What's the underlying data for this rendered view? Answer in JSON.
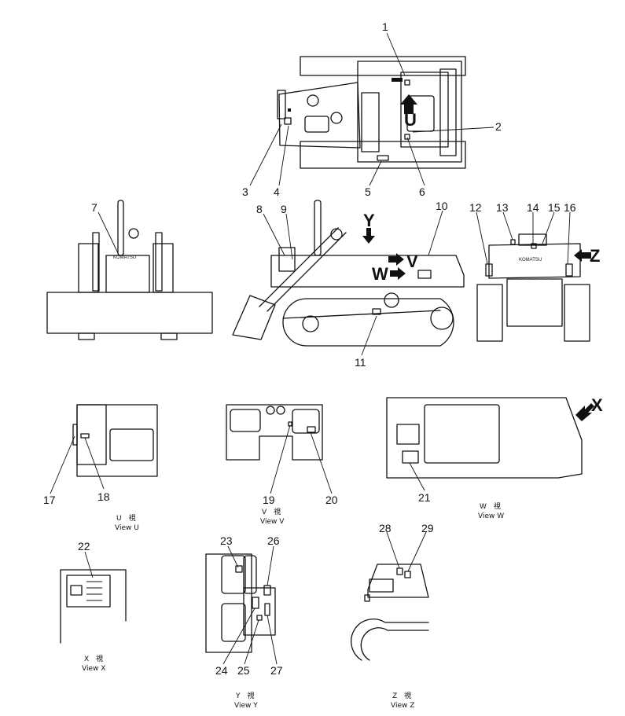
{
  "callouts": [
    "1",
    "2",
    "3",
    "4",
    "5",
    "6",
    "7",
    "8",
    "9",
    "10",
    "11",
    "12",
    "13",
    "14",
    "15",
    "16",
    "17",
    "18",
    "19",
    "20",
    "21",
    "22",
    "23",
    "24",
    "25",
    "26",
    "27",
    "28",
    "29"
  ],
  "view_arrows": {
    "u": "U",
    "v": "V",
    "w": "W",
    "x": "X",
    "y": "Y",
    "z": "Z"
  },
  "captions": {
    "u": {
      "jp": "U　視",
      "en": "View  U"
    },
    "v": {
      "jp": "V　視",
      "en": "View  V"
    },
    "w": {
      "jp": "W　視",
      "en": "View  W"
    },
    "x": {
      "jp": "X　視",
      "en": "View  X"
    },
    "y": {
      "jp": "Y　視",
      "en": "View  Y"
    },
    "z": {
      "jp": "Z　視",
      "en": "View  Z"
    }
  },
  "machine_text": {
    "front_nameplate": "KOMATSU",
    "rear_hood": "KOMATSU"
  }
}
